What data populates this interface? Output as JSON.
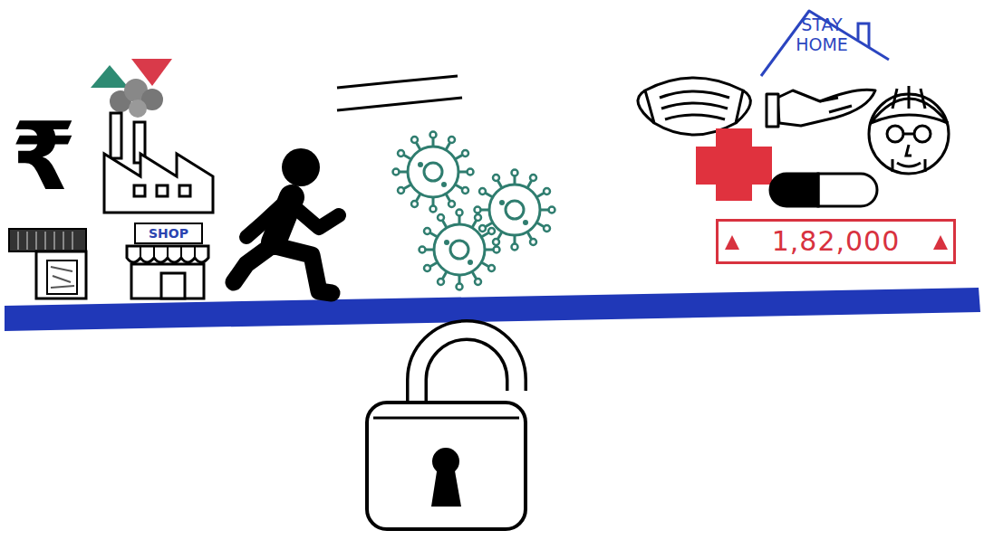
{
  "diagram": {
    "nodes": [
      {
        "text": [
          "SHOP"
        ]
      },
      {
        "text": [
          "STAY HOME"
        ]
      },
      {
        "text": [
          "1,82,000"
        ]
      }
    ],
    "labels": [
      "₹"
    ]
  }
}
